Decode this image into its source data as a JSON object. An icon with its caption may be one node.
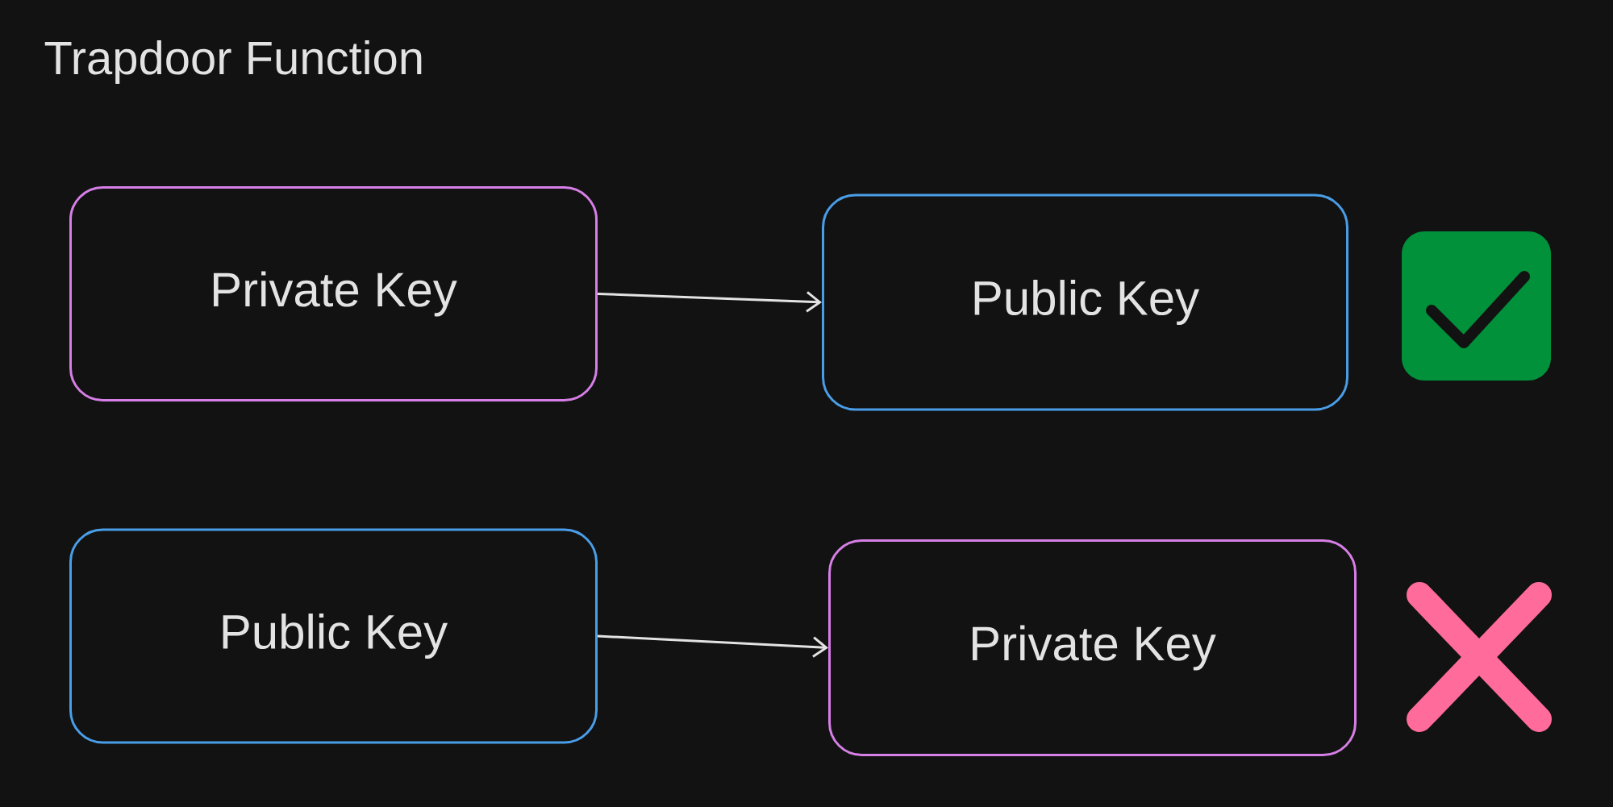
{
  "diagram": {
    "title": "Trapdoor Function",
    "nodes": [
      {
        "text": [
          "Private Key"
        ]
      },
      {
        "text": [
          "Public Key"
        ]
      },
      {
        "text": [
          "Public Key"
        ]
      },
      {
        "text": [
          "Private Key"
        ]
      }
    ],
    "edges": [
      {
        "from": 0,
        "to": 1,
        "arrow": "to"
      },
      {
        "from": 2,
        "to": 3,
        "arrow": "to"
      }
    ]
  }
}
